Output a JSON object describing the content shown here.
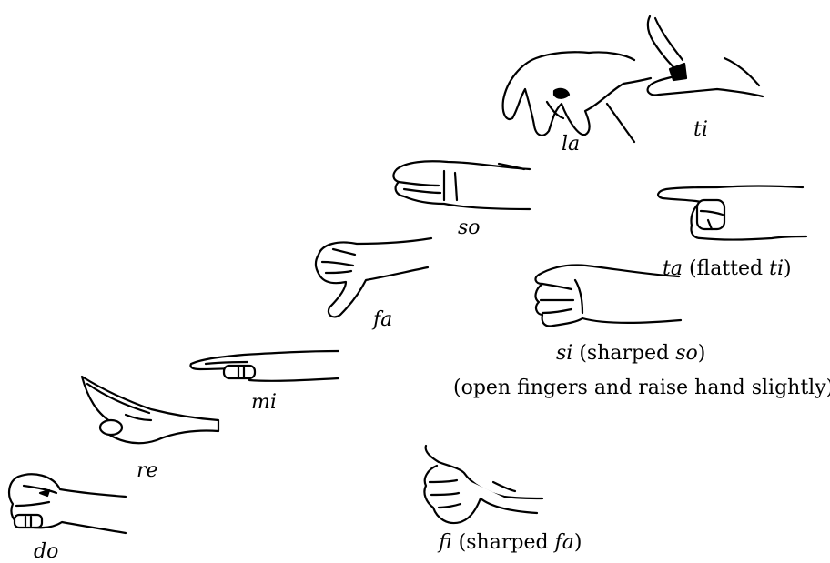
{
  "syllables": {
    "do": {
      "syllable": "do",
      "note": ""
    },
    "re": {
      "syllable": "re",
      "note": ""
    },
    "mi": {
      "syllable": "mi",
      "note": ""
    },
    "fa": {
      "syllable": "fa",
      "note": ""
    },
    "so": {
      "syllable": "so",
      "note": ""
    },
    "la": {
      "syllable": "la",
      "note": ""
    },
    "ti": {
      "syllable": "ti",
      "note": ""
    },
    "ta": {
      "syllable": "ta",
      "note_prefix": " (flatted ",
      "note_syl": "ti",
      "note_suffix": ")"
    },
    "si": {
      "syllable": "si",
      "note_prefix": " (sharped ",
      "note_syl": "so",
      "note_suffix": ")"
    },
    "fi": {
      "syllable": "fi",
      "note_prefix": " (sharped ",
      "note_syl": "fa",
      "note_suffix": ")"
    }
  },
  "si_instruction": "(open fingers and raise hand slightly)",
  "icons": [
    "fist-hand-icon",
    "angled-hand-icon",
    "flat-hand-icon",
    "drooping-hand-icon",
    "cupped-hand-icon",
    "pinched-hand-icon",
    "pointing-up-hand-icon",
    "pointing-forward-hand-icon",
    "open-hand-icon",
    "thumb-up-hand-icon"
  ]
}
